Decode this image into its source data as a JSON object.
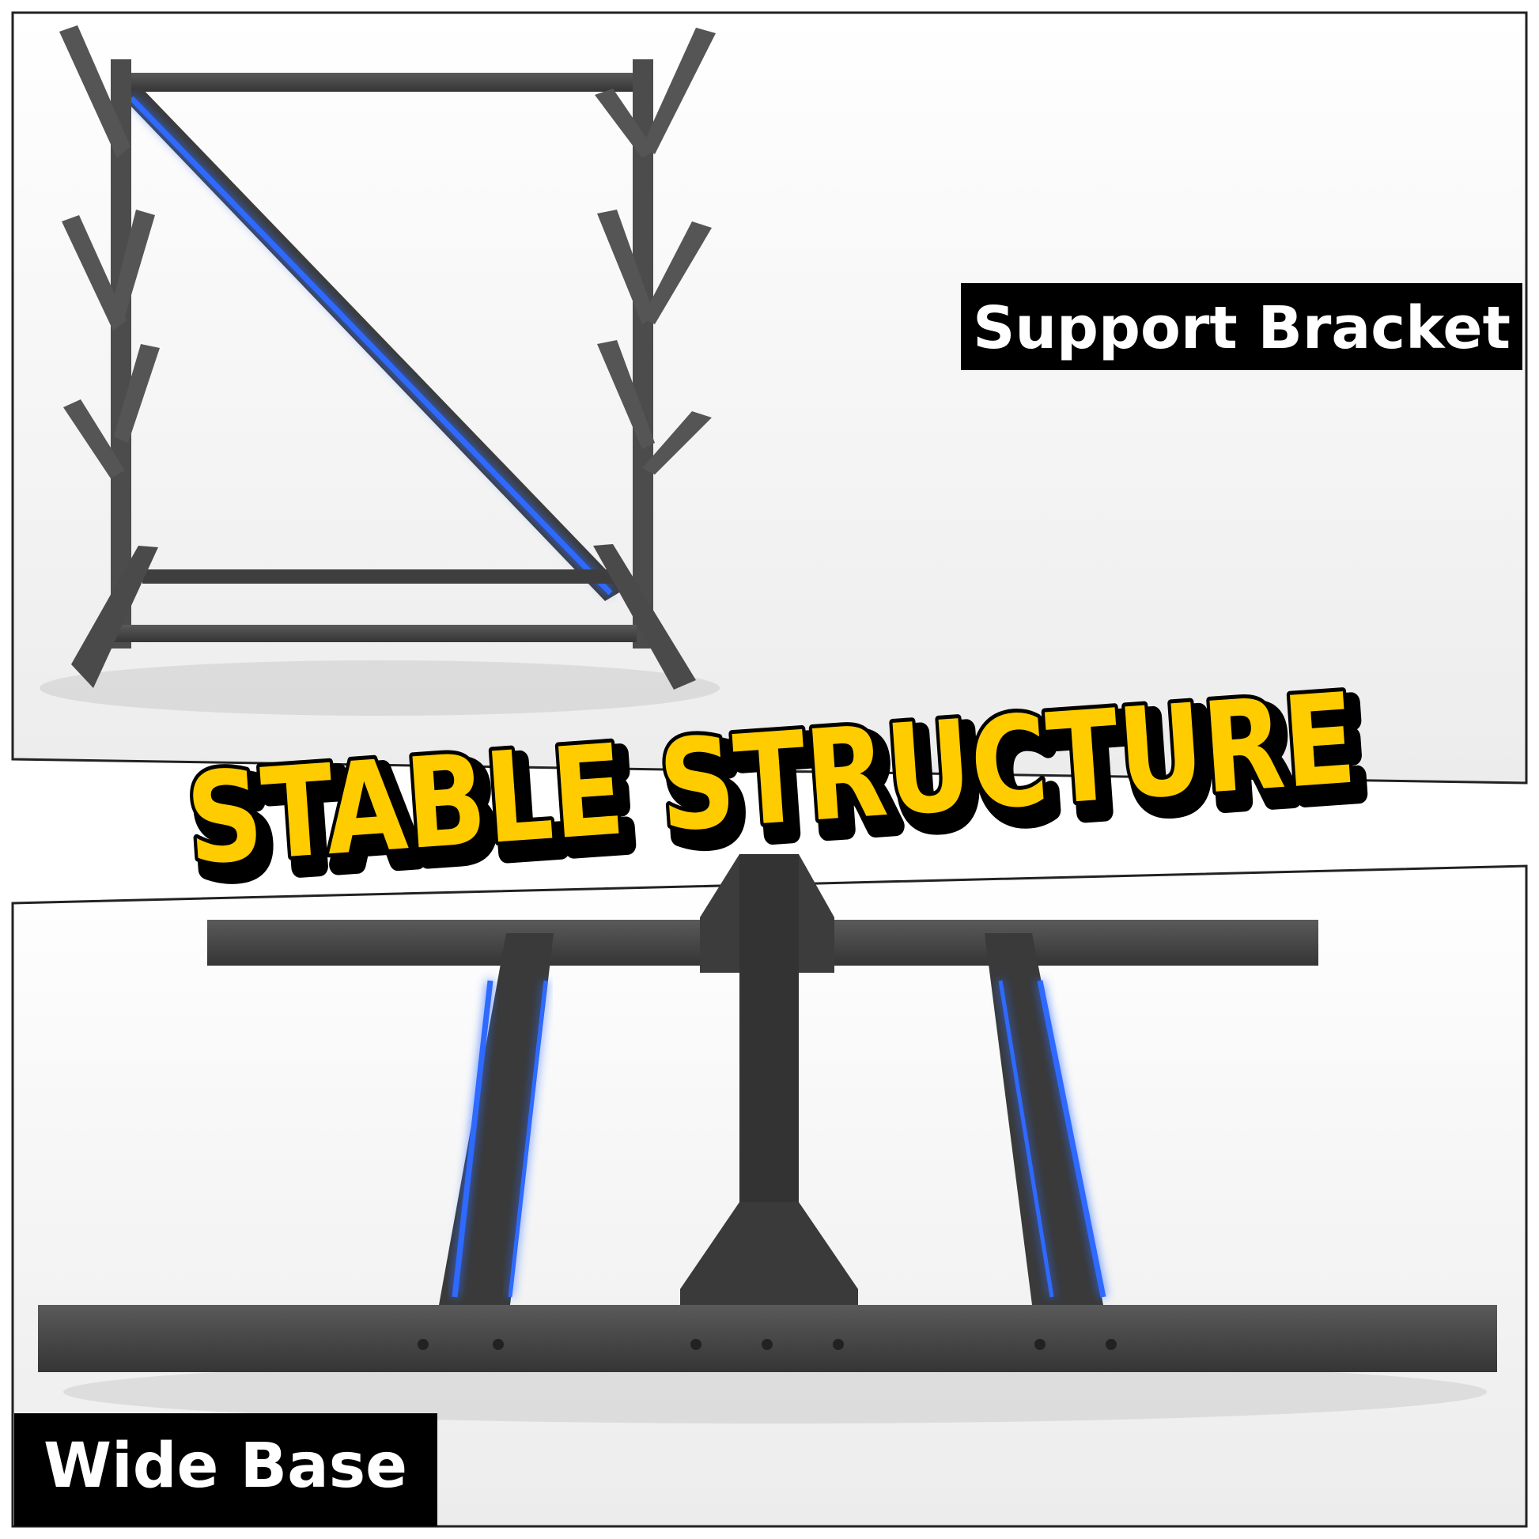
{
  "labels": {
    "support_bracket": "Support Bracket",
    "headline": "STABLE STRUCTURE",
    "wide_base": "Wide Base"
  },
  "colors": {
    "frame": "#4a4a4a",
    "frame_dark": "#2e2e2e",
    "frame_light": "#6a6a6a",
    "highlight": "#2f6bff",
    "headline_fill": "#ffcc00",
    "headline_outline": "#000000",
    "label_bg": "#000000",
    "label_text": "#ffffff",
    "border": "#222222"
  },
  "images": {
    "top_panel": "storage-rack-support-bracket",
    "bottom_panel": "storage-rack-wide-base"
  }
}
